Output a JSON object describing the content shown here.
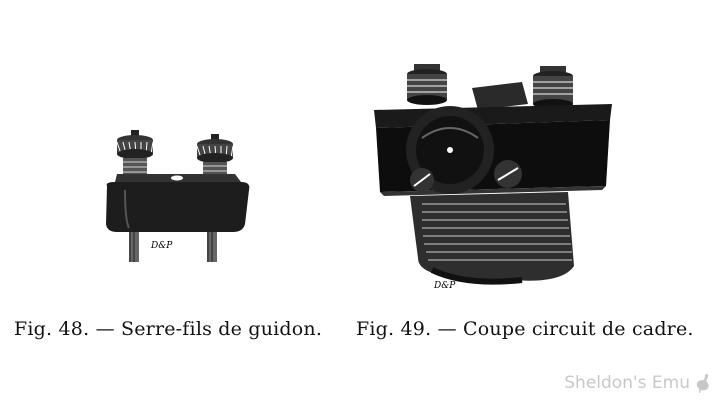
{
  "figures": [
    {
      "number": "Fig. 48.",
      "caption": "— Serre-fils de guidon.",
      "signature": "D&P"
    },
    {
      "number": "Fig. 49.",
      "caption": "— Coupe circuit de cadre.",
      "signature": "D&P"
    }
  ],
  "watermark": {
    "text": "Sheldon's Emu",
    "icon": "emu-bird-icon"
  }
}
